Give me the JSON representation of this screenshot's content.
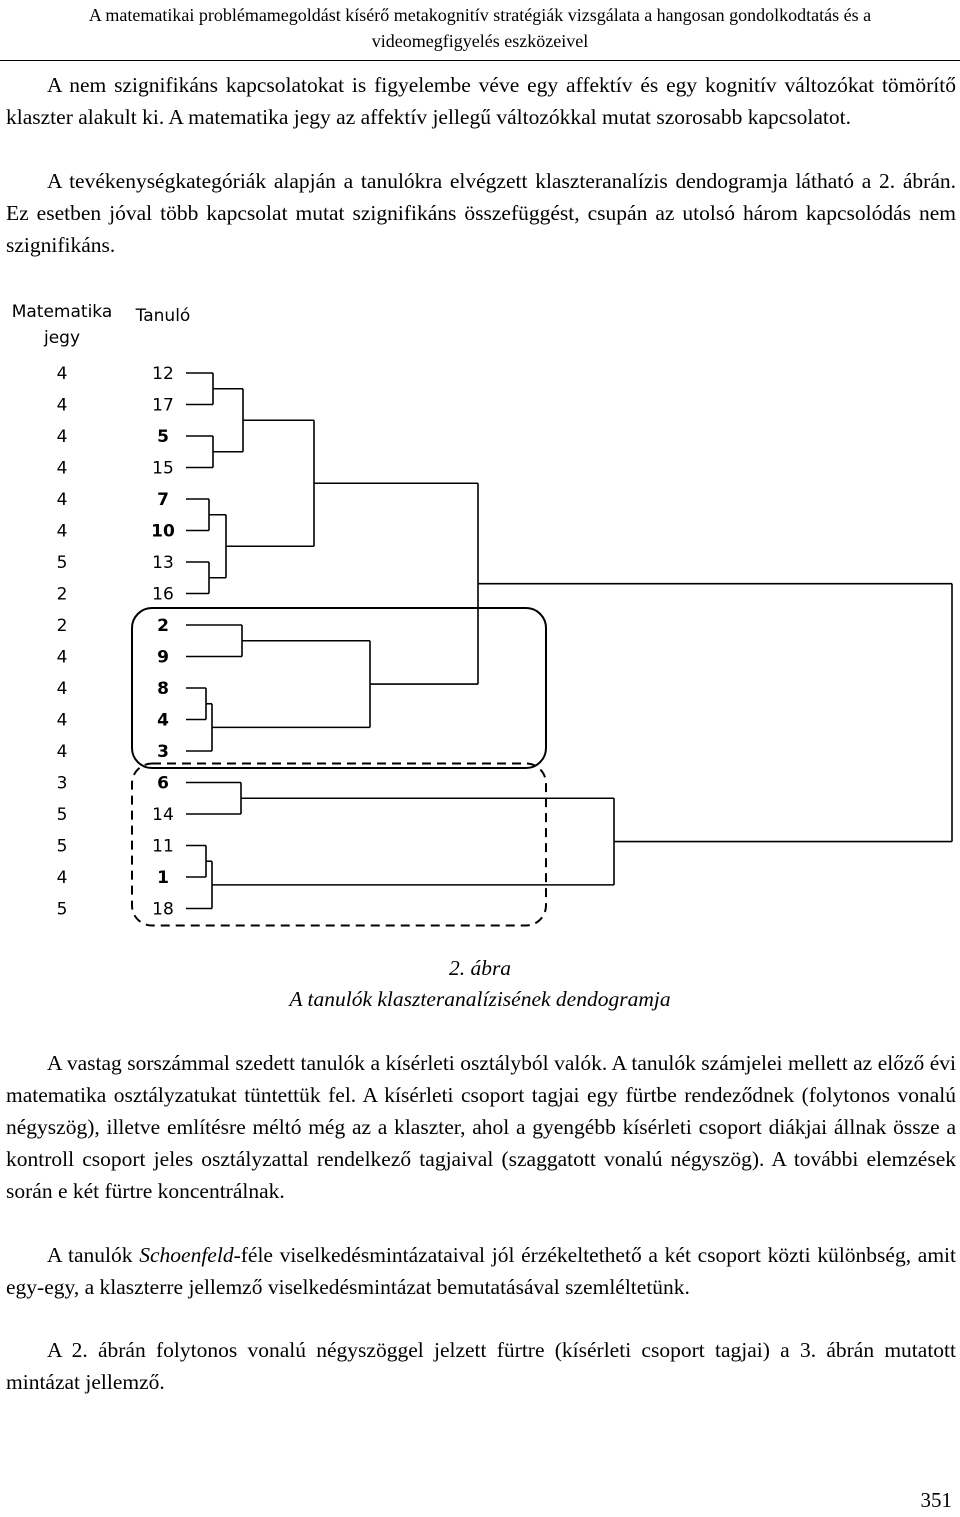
{
  "running_header": {
    "line1": "A matematikai problémamegoldást kísérő metakognitív stratégiák vizsgálata a hangosan gondolkodtatás és a",
    "line2": "videomegfigyelés eszközeivel"
  },
  "paragraphs": {
    "p1": "A nem szignifikáns kapcsolatokat is figyelembe véve egy affektív és egy kognitív változókat tömörítő klaszter alakult ki. A matematika jegy az affektív jellegű változókkal mutat szorosabb kapcsolatot.",
    "p2": "A tevékenységkategóriák alapján a tanulókra elvégzett klaszteranalízis dendogramja látható a 2. ábrán. Ez esetben jóval több kapcsolat mutat szignifikáns összefüggést, csupán az utolsó három kapcsolódás nem szignifikáns.",
    "p3": "A vastag sorszámmal szedett tanulók a kísérleti osztályból valók. A tanulók számjelei mellett az előző évi matematika osztályzatukat tüntettük fel. A kísérleti csoport tagjai egy fürtbe rendeződnek (folytonos vonalú négyszög), illetve említésre méltó még az a klaszter, ahol a gyengébb kísérleti csoport diákjai állnak össze a kontroll csoport jeles osztályzattal rendelkező tagjaival (szaggatott vonalú négyszög). A további elemzések során e két fürtre koncentrálnak.",
    "p4_before": "A tanulók ",
    "p4_em": "Schoenfeld",
    "p4_after": "-féle viselkedésmintázataival jól érzékeltethető a két csoport közti különbség, amit egy-egy, a klaszterre jellemző viselkedésmintázat bemutatásával szemléltetünk.",
    "p5": "A 2. ábrán folytonos vonalú négyszöggel jelzett fürtre (kísérleti csoport tagjai) a 3. ábrán mutatott mintázat jellemző."
  },
  "figure": {
    "col_grade_line1": "Matematika",
    "col_grade_line2": "jegy",
    "col_student": "Tanuló",
    "rows": [
      {
        "grade": "4",
        "student": "12",
        "bold": false
      },
      {
        "grade": "4",
        "student": "17",
        "bold": false
      },
      {
        "grade": "4",
        "student": "5",
        "bold": true
      },
      {
        "grade": "4",
        "student": "15",
        "bold": false
      },
      {
        "grade": "4",
        "student": "7",
        "bold": true
      },
      {
        "grade": "4",
        "student": "10",
        "bold": true
      },
      {
        "grade": "5",
        "student": "13",
        "bold": false
      },
      {
        "grade": "2",
        "student": "16",
        "bold": false
      },
      {
        "grade": "2",
        "student": "2",
        "bold": true
      },
      {
        "grade": "4",
        "student": "9",
        "bold": true
      },
      {
        "grade": "4",
        "student": "8",
        "bold": true
      },
      {
        "grade": "4",
        "student": "4",
        "bold": true
      },
      {
        "grade": "4",
        "student": "3",
        "bold": true
      },
      {
        "grade": "3",
        "student": "6",
        "bold": true
      },
      {
        "grade": "5",
        "student": "14",
        "bold": false
      },
      {
        "grade": "5",
        "student": "11",
        "bold": false
      },
      {
        "grade": "4",
        "student": "1",
        "bold": true
      },
      {
        "grade": "5",
        "student": "18",
        "bold": false
      }
    ],
    "caption_number": "2. ábra",
    "caption_title": "A tanulók klaszteranalízisének dendogramja"
  },
  "page_number": "351"
}
